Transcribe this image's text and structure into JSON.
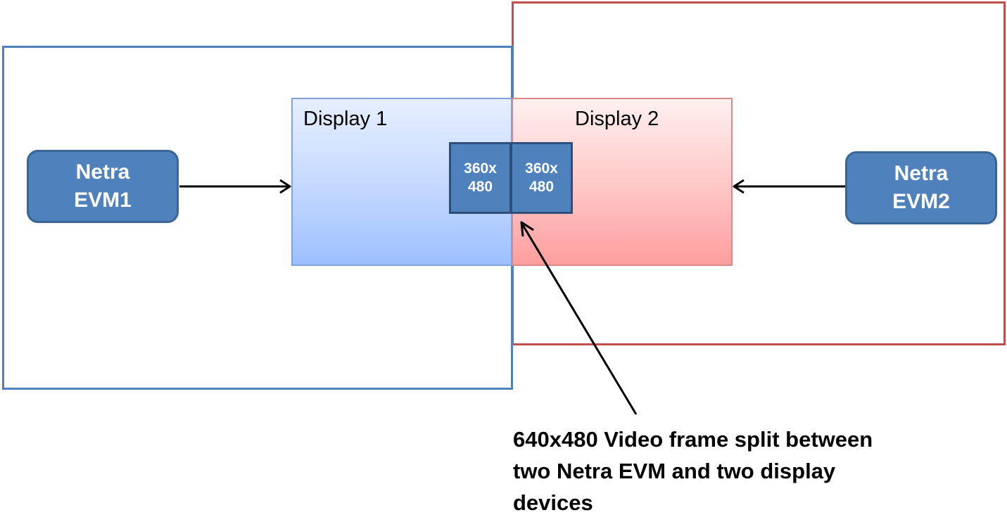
{
  "display1": {
    "label": "Display 1"
  },
  "display2": {
    "label": "Display 2"
  },
  "evm1": {
    "line1": "Netra",
    "line2": "EVM1"
  },
  "evm2": {
    "line1": "Netra",
    "line2": "EVM2"
  },
  "tile_left": {
    "line1": "360x",
    "line2": "480"
  },
  "tile_right": {
    "line1": "360x",
    "line2": "480"
  },
  "caption": {
    "line1": "640x480 Video frame split between",
    "line2": "two Netra EVM and two display",
    "line3": "devices"
  },
  "colors": {
    "blue_frame": "#4f81bd",
    "red_frame": "#c0504d",
    "box_fill": "#4f81bd",
    "arrow": "#000000"
  }
}
